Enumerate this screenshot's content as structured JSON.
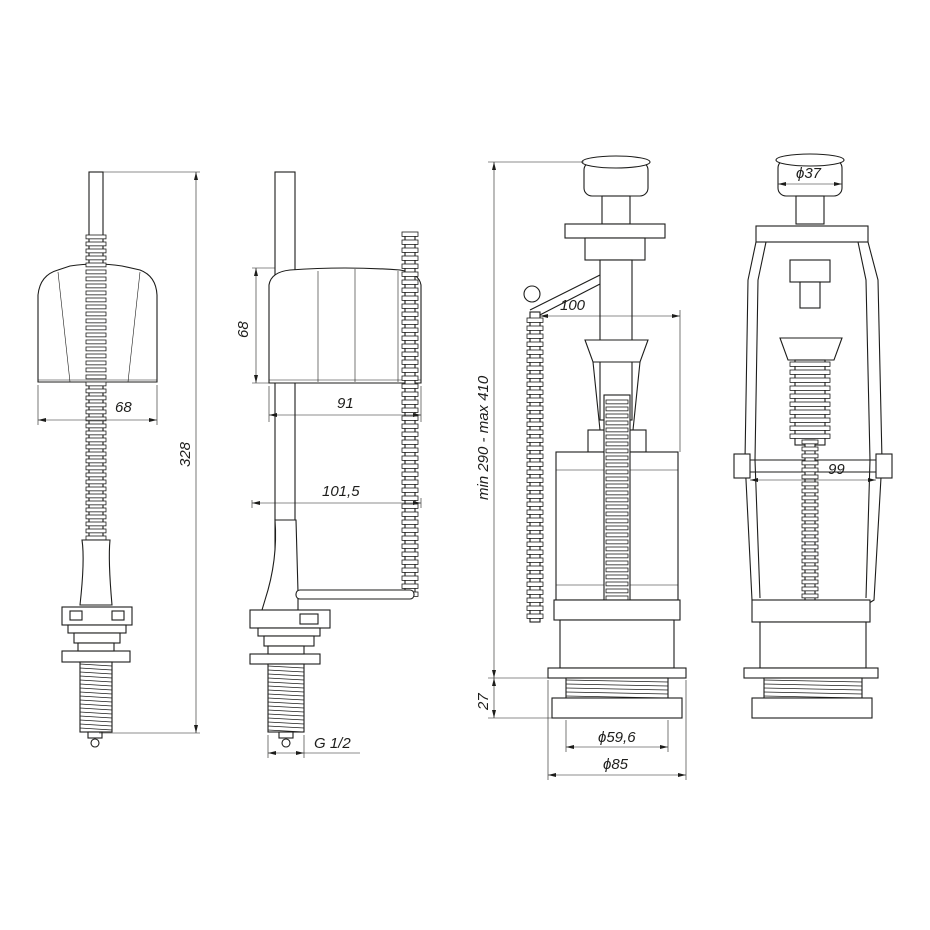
{
  "colors": {
    "line": "#1d1d1b",
    "background": "#ffffff"
  },
  "dimensions": {
    "float_width": "68",
    "total_height": "328",
    "float_height": "68",
    "arm_width": "91",
    "arm_reach": "101,5",
    "thread": "G 1/2",
    "flush_reach": "100",
    "flush_height": "min 290 - max 410",
    "flush_base_height": "27",
    "outlet_diameter": "ϕ59,6",
    "flange_diameter": "ϕ85",
    "button_diameter": "ϕ37",
    "cage_width": "99"
  }
}
